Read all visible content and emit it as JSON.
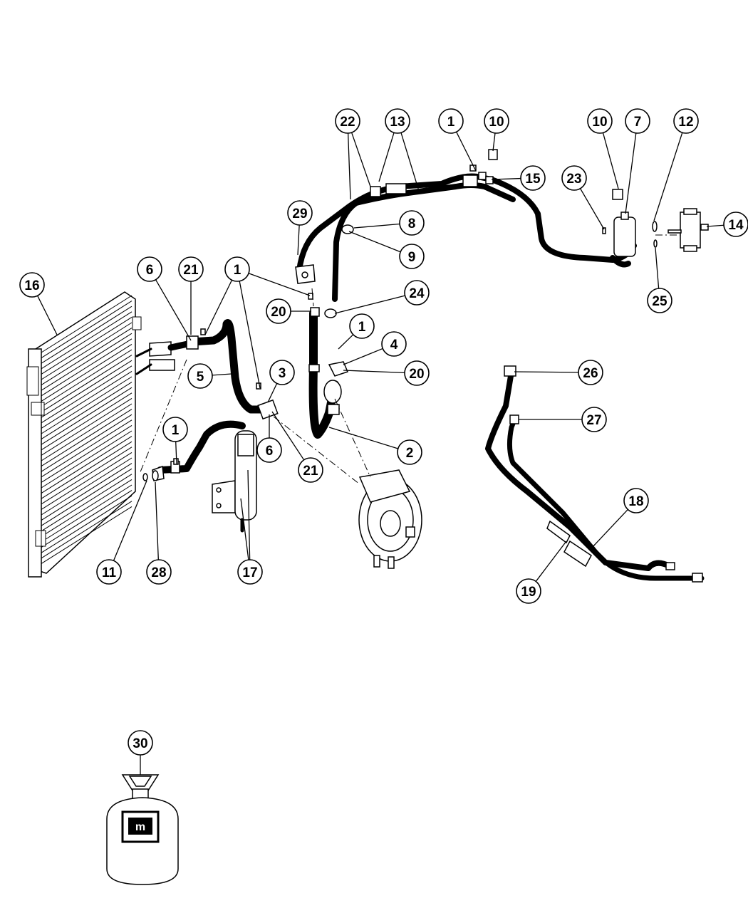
{
  "callouts": [
    {
      "label": "1"
    },
    {
      "label": "1"
    },
    {
      "label": "1"
    },
    {
      "label": "1"
    },
    {
      "label": "2"
    },
    {
      "label": "3"
    },
    {
      "label": "4"
    },
    {
      "label": "5"
    },
    {
      "label": "6"
    },
    {
      "label": "6"
    },
    {
      "label": "7"
    },
    {
      "label": "8"
    },
    {
      "label": "9"
    },
    {
      "label": "10"
    },
    {
      "label": "10"
    },
    {
      "label": "11"
    },
    {
      "label": "12"
    },
    {
      "label": "13"
    },
    {
      "label": "14"
    },
    {
      "label": "15"
    },
    {
      "label": "16"
    },
    {
      "label": "17"
    },
    {
      "label": "18"
    },
    {
      "label": "19"
    },
    {
      "label": "20"
    },
    {
      "label": "20"
    },
    {
      "label": "21"
    },
    {
      "label": "21"
    },
    {
      "label": "22"
    },
    {
      "label": "23"
    },
    {
      "label": "24"
    },
    {
      "label": "25"
    },
    {
      "label": "26"
    },
    {
      "label": "27"
    },
    {
      "label": "28"
    },
    {
      "label": "29"
    },
    {
      "label": "30"
    }
  ],
  "logo": {
    "text": "m"
  }
}
